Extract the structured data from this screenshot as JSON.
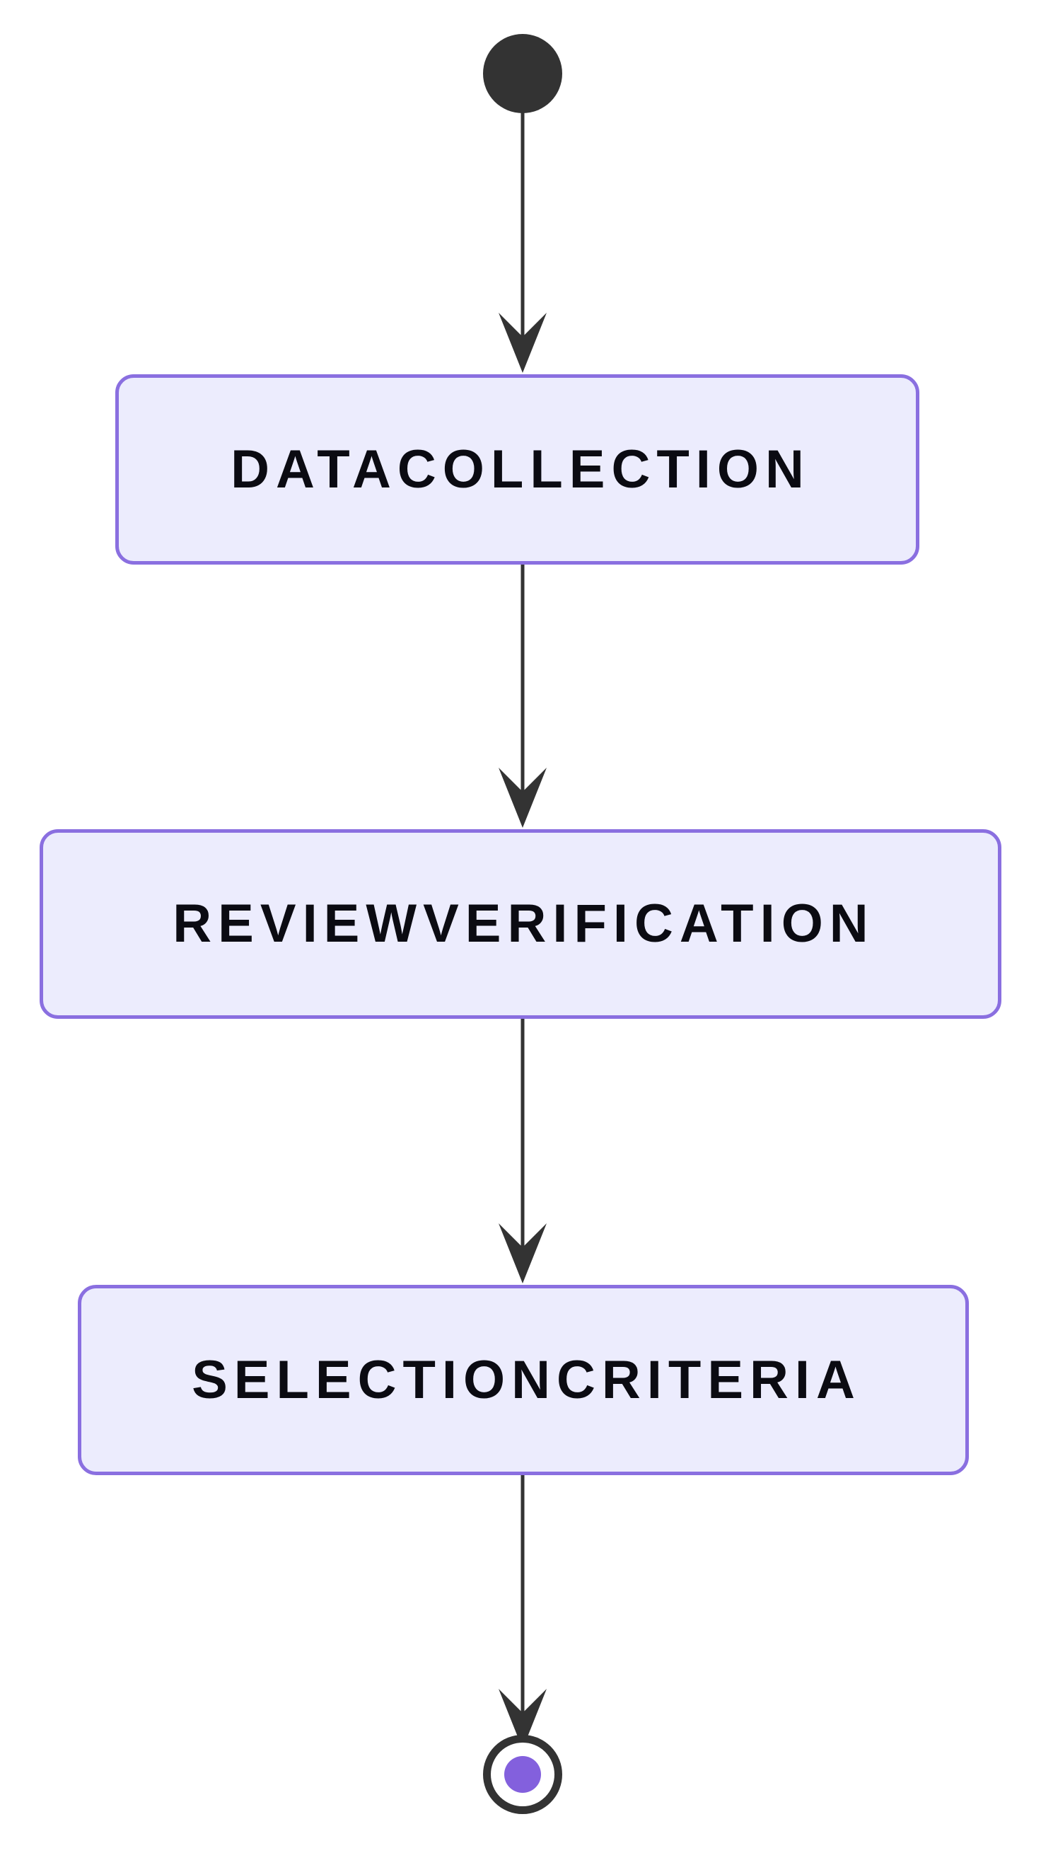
{
  "diagram": {
    "type": "state-diagram",
    "title": "",
    "background_color": "#ffffff",
    "orientation": "top-to-bottom",
    "theme": {
      "node_fill": "#ececfd",
      "node_border": "#8a6fe0",
      "node_text": "#0b0b12",
      "edge_color": "#333333",
      "start_node_color": "#333333",
      "end_node_ring_color": "#333333",
      "end_node_dot_color": "#8360dd"
    },
    "start_node": {
      "name": "start",
      "shape": "filled-circle",
      "label": ""
    },
    "end_node": {
      "name": "end",
      "shape": "double-circle",
      "label": ""
    },
    "nodes": [
      {
        "id": "DataCollection",
        "label": "DATACOLLECTION",
        "shape": "rounded-rectangle"
      },
      {
        "id": "ReviewVerification",
        "label": "REVIEWVERIFICATION",
        "shape": "rounded-rectangle"
      },
      {
        "id": "SelectionCriteria",
        "label": "SELECTIONCRITERIA",
        "shape": "rounded-rectangle"
      }
    ],
    "edges": [
      {
        "from": "start",
        "to": "DataCollection",
        "label": "",
        "arrow": "filled-v"
      },
      {
        "from": "DataCollection",
        "to": "ReviewVerification",
        "label": "",
        "arrow": "filled-v"
      },
      {
        "from": "ReviewVerification",
        "to": "SelectionCriteria",
        "label": "",
        "arrow": "filled-v"
      },
      {
        "from": "SelectionCriteria",
        "to": "end",
        "label": "",
        "arrow": "filled-v"
      }
    ]
  }
}
